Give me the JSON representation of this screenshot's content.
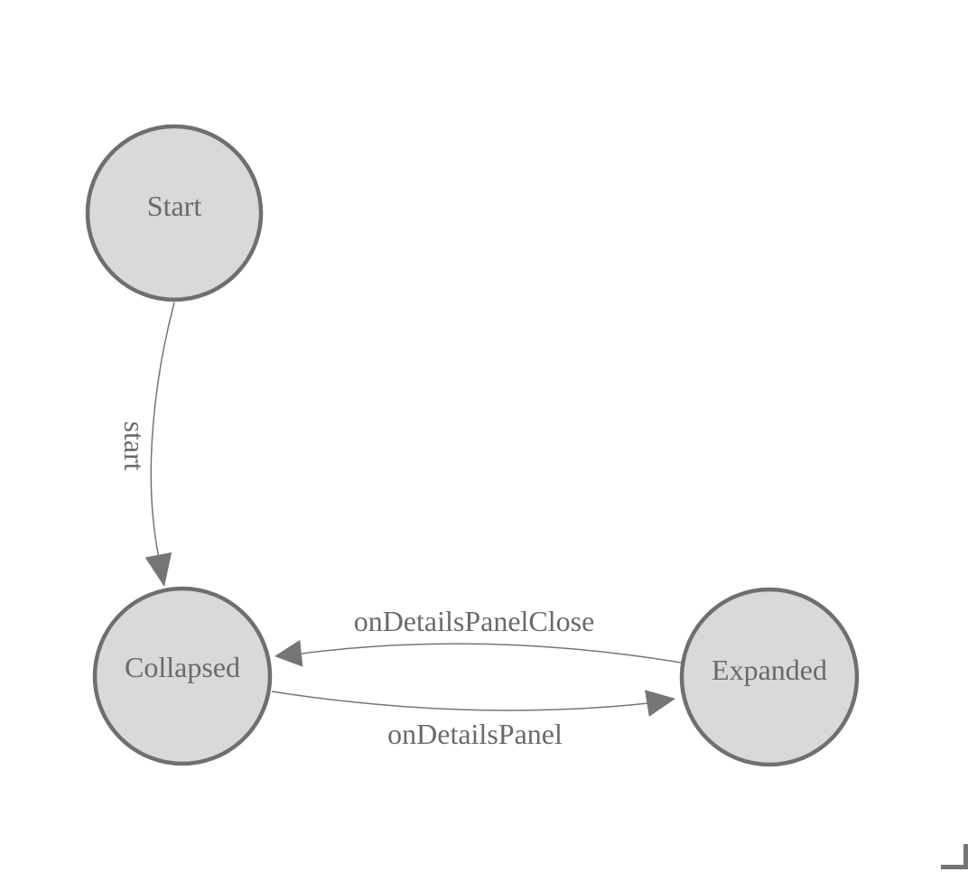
{
  "diagram": {
    "background": "#ffffff",
    "colors": {
      "node_fill": "#d9d9d9",
      "node_border": "#6f6f6f",
      "edge": "#757575",
      "label": "#6a6a6a",
      "corner_marker": "#757575"
    },
    "nodes": [
      {
        "label": "Start"
      },
      {
        "label": "Collapsed"
      },
      {
        "label": "Expanded"
      }
    ],
    "edges": [
      {
        "from": "Start",
        "to": "Collapsed",
        "label": "start"
      },
      {
        "from": "Expanded",
        "to": "Collapsed",
        "label": "onDetailsPanelClose"
      },
      {
        "from": "Collapsed",
        "to": "Expanded",
        "label": "onDetailsPanel"
      }
    ]
  }
}
